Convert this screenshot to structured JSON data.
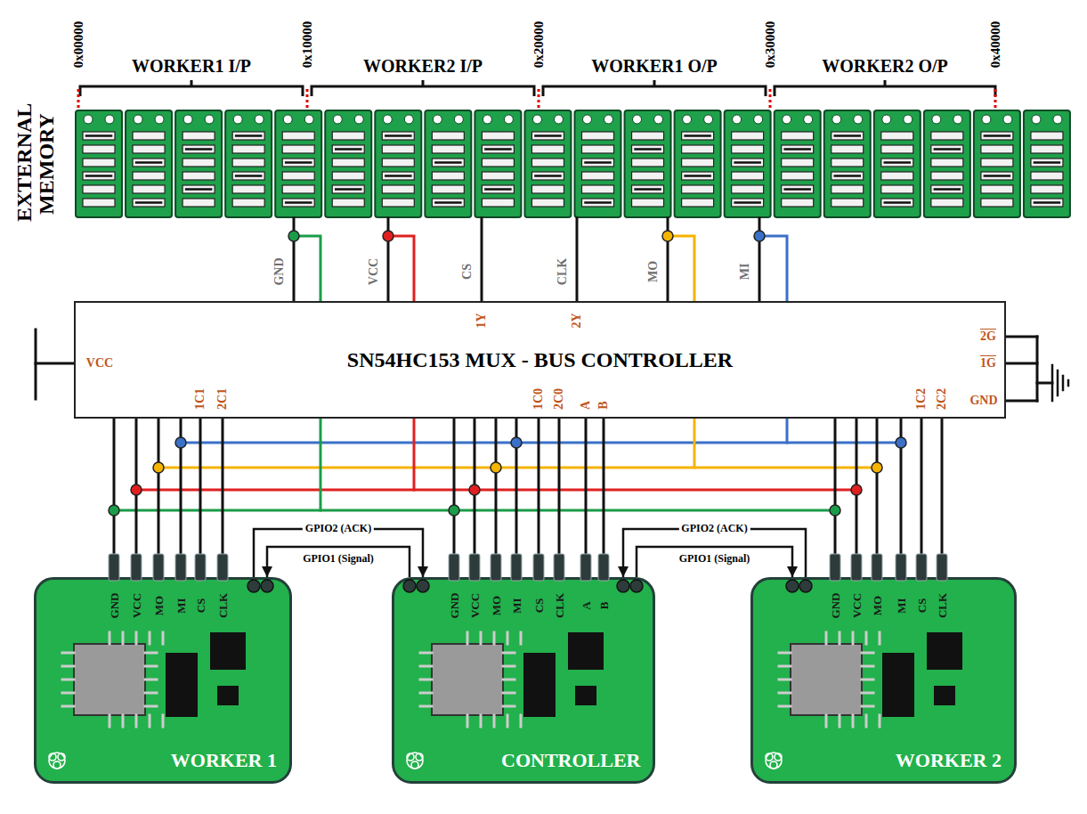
{
  "diagram": {
    "nodes": [
      {
        "text": [
          "EXTERNAL MEMORY"
        ]
      },
      {
        "text": [
          "SN54HC153 MUX - BUS CONTROLLER"
        ]
      },
      {
        "text": [
          "WORKER 1"
        ]
      },
      {
        "text": [
          "CONTROLLER"
        ]
      },
      {
        "text": [
          "WORKER 2"
        ]
      }
    ],
    "edges": [
      {
        "from": 2,
        "to": 3,
        "arrow": "to",
        "label": "GPIO2 (ACK)"
      },
      {
        "from": 3,
        "to": 2,
        "arrow": "to",
        "label": "GPIO1 (Signal)"
      },
      {
        "from": 4,
        "to": 3,
        "arrow": "to",
        "label": "GPIO2 (ACK)"
      },
      {
        "from": 3,
        "to": 4,
        "arrow": "to",
        "label": "GPIO1 (Signal)"
      }
    ],
    "labels": [
      "0x00000",
      "0x10000",
      "0x20000",
      "0x30000",
      "0x40000",
      "WORKER1 I/P",
      "WORKER2 I/P",
      "WORKER1 O/P",
      "WORKER2 O/P",
      "GND",
      "VCC",
      "CS",
      "CLK",
      "MO",
      "MI",
      "VCC",
      "1Y",
      "2Y",
      "2G",
      "1G",
      "GND",
      "1C1",
      "2C1",
      "1C0",
      "2C0",
      "A",
      "B",
      "1C2",
      "2C2",
      "GND",
      "VCC",
      "MO",
      "MI",
      "CS",
      "CLK",
      "GND",
      "VCC",
      "MO",
      "MI",
      "CS",
      "CLK",
      "A",
      "B",
      "GND",
      "VCC",
      "MO",
      "MI",
      "CS",
      "CLK"
    ]
  }
}
